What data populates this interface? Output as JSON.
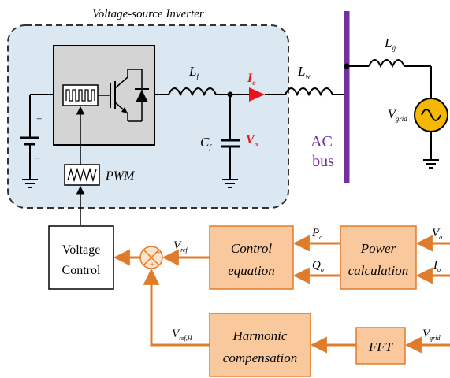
{
  "title": "Voltage-source Inverter",
  "labels": {
    "lf": "L",
    "lf_sub": "f",
    "cf": "C",
    "cf_sub": "f",
    "io": "I",
    "io_sub": "o",
    "vo": "V",
    "vo_sub": "o",
    "lw": "L",
    "lw_sub": "w",
    "lg": "L",
    "lg_sub": "g",
    "vgrid": "V",
    "vgrid_sub": "grid",
    "ac_bus_1": "AC",
    "ac_bus_2": "bus",
    "plus": "+",
    "minus": "–",
    "pwm": "PWM",
    "vref": "V",
    "vref_sub": "ref",
    "po": "P",
    "po_sub": "o",
    "qo": "Q",
    "qo_sub": "o",
    "vo_in": "V",
    "vo_in_sub": "o",
    "io_in": "I",
    "io_in_sub": "o",
    "vrefh": "V",
    "vrefh_sub": "ref,H",
    "vgrid_in": "V",
    "vgrid_in_sub": "grid",
    "sum_plus_top": "+",
    "sum_plus_bottom": "+"
  },
  "blocks": {
    "voltage_control_1": "Voltage",
    "voltage_control_2": "Control",
    "control_eq_1": "Control",
    "control_eq_2": "equation",
    "power_calc_1": "Power",
    "power_calc_2": "calculation",
    "harmonic_1": "Harmonic",
    "harmonic_2": "compensation",
    "fft": "FFT"
  },
  "colors": {
    "block_fill": "#f9c89d",
    "block_stroke": "#e07b2a",
    "arrow_orange": "#e07b2a",
    "bus_purple": "#7030a0",
    "current_red": "#e8141b",
    "inverter_bg": "#dbe8f1",
    "switch_fill": "#d4d4d4",
    "source_yellow": "#f5b800"
  }
}
